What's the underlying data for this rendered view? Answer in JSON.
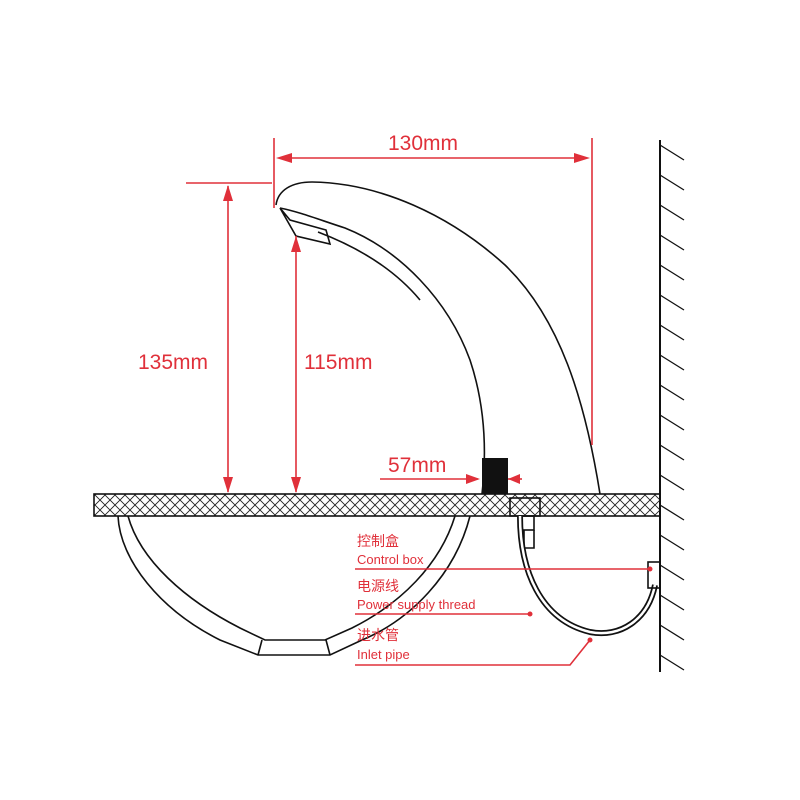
{
  "dimensions": {
    "spout_reach": "130mm",
    "total_height": "135mm",
    "outlet_height": "115mm",
    "base_offset": "57mm"
  },
  "callouts": [
    {
      "cn": "控制盒",
      "en": "Control box"
    },
    {
      "cn": "电源线",
      "en": "Power supply thread"
    },
    {
      "cn": "进水管",
      "en": "Inlet pipe"
    }
  ],
  "colors": {
    "dimension": "#e0303a",
    "outline": "#111111"
  }
}
